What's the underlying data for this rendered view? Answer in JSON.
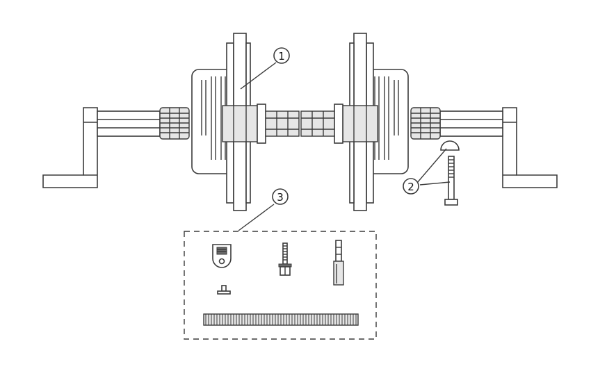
{
  "callouts": [
    {
      "id": "1",
      "label": "1"
    },
    {
      "id": "2",
      "label": "2"
    },
    {
      "id": "3",
      "label": "3"
    }
  ],
  "colors": {
    "line": "#3a3a3a",
    "fill": "#ffffff",
    "shade": "#e6e6e6",
    "dark": "#6b6b6b"
  },
  "parts": {
    "left_assembly": "crank-handle-wheel-assembly",
    "right_assembly": "crank-handle-wheel-assembly",
    "hardware_kit": [
      "bracket-plate",
      "self-drilling-screw",
      "coupling-pin",
      "small-clip",
      "gear-rack"
    ]
  }
}
